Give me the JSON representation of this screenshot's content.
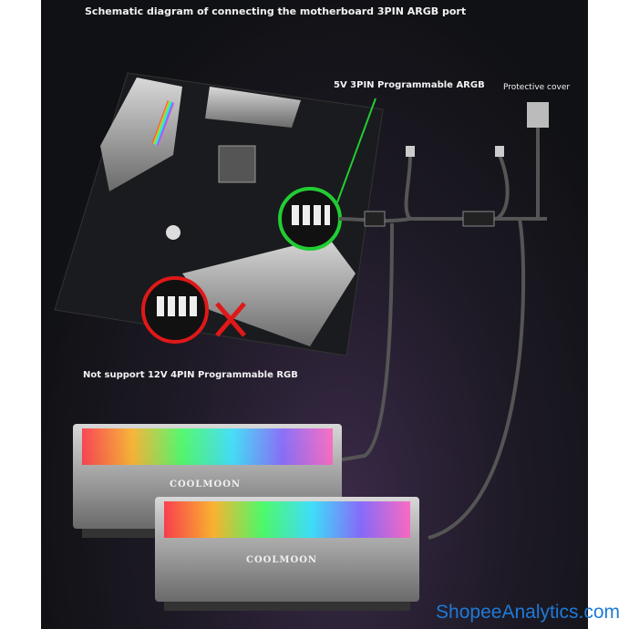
{
  "title": "Schematic diagram of connecting the motherboard 3PIN ARGB port",
  "labels": {
    "argb": "5V 3PIN Programmable ARGB",
    "cover": "Protective cover",
    "not_support": "Not support 12V 4PIN  Programmable RGB"
  },
  "ram_brand": "COOLMOON",
  "watermark": "ShopeeAnalytics.com",
  "colors": {
    "ok": "#22cc33",
    "bad": "#e01818",
    "watermark": "#1e7ad8"
  }
}
